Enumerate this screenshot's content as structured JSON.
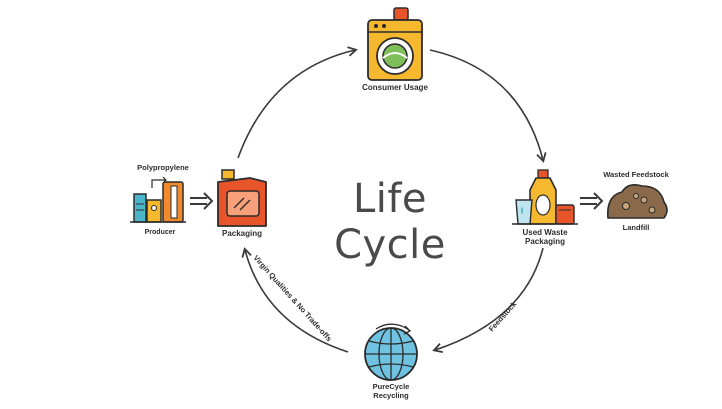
{
  "diagram": {
    "center_title": "Life Cycle",
    "nodes": {
      "consumer_usage": "Consumer Usage",
      "used_waste_packaging_line1": "Used Waste",
      "used_waste_packaging_line2": "Packaging",
      "wasted_feedstock": "Wasted Feedstock",
      "landfill": "Landfill",
      "purecycle_line1": "PureCycle",
      "purecycle_line2": "Recycling",
      "packaging": "Packaging",
      "polypropylene": "Polypropylene",
      "producer": "Producer"
    },
    "edge_labels": {
      "feedstock": "Feedstock",
      "virgin_qualities": "Virgin Qualities & No Trade-offs"
    },
    "colors": {
      "arrow": "#3a3a3a",
      "icon_outline": "#2b2b2b",
      "orange": "#f08a2c",
      "yellow": "#f5b82e",
      "red_orange": "#e8552a",
      "teal": "#4cb6c9",
      "blue_globe": "#6fc3e0",
      "brown": "#8a6a4a",
      "green": "#7fbf5a"
    }
  }
}
